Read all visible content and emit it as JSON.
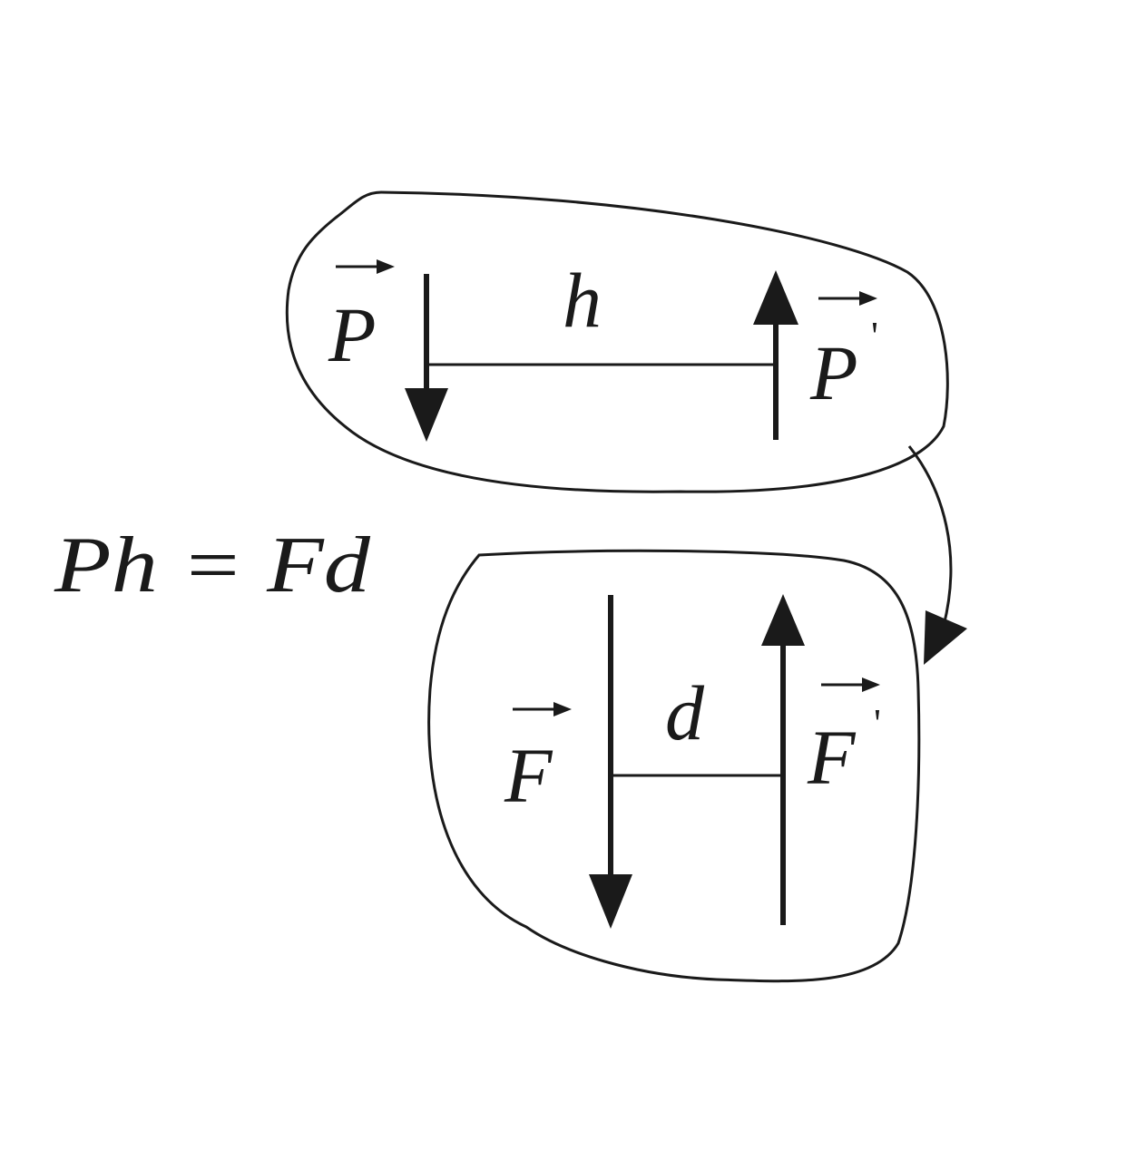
{
  "top_couple": {
    "force_left": "P",
    "force_right": "P",
    "prime": "'",
    "arm": "h"
  },
  "bottom_couple": {
    "force_left": "F",
    "force_right": "F",
    "prime": "'",
    "arm": "d"
  },
  "equation": "Ph = Fd"
}
